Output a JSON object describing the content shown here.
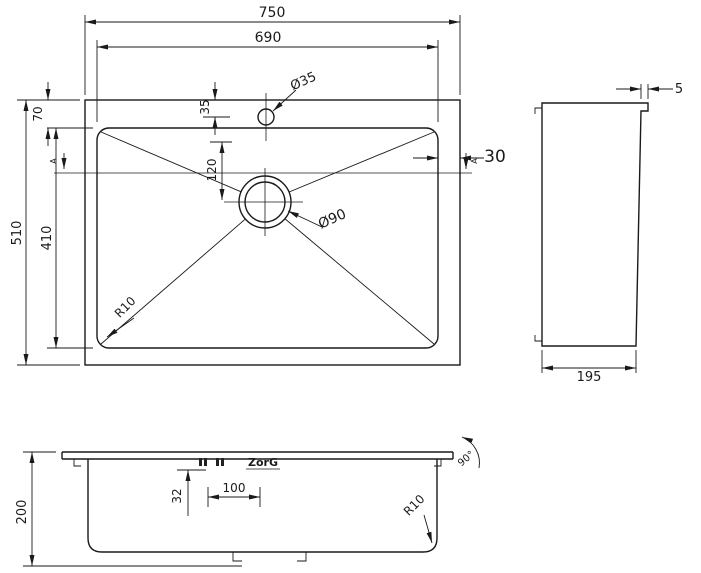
{
  "drawing": {
    "type": "sink-technical-drawing",
    "line_color": "#1a1a1a",
    "background": "#ffffff"
  },
  "top_view": {
    "width_outer": "750",
    "width_inner": "690",
    "height_outer": "510",
    "height_inner": "410",
    "rim_top_offset": "70",
    "faucet_hole_offset": "35",
    "drain_center_offset": "120",
    "rim_side_width": "30",
    "faucet_hole_diameter": "Ø35",
    "drain_hole_diameter": "Ø90",
    "corner_radius": "R10",
    "section_label_left": "A",
    "section_label_right": "A"
  },
  "side_view": {
    "rim_lip": "5",
    "depth": "195"
  },
  "front_view": {
    "height": "200",
    "drain_offset": "32",
    "drain_width": "100",
    "corner_radius": "R10",
    "corner_angle": "90°",
    "brand": "ZorG"
  }
}
